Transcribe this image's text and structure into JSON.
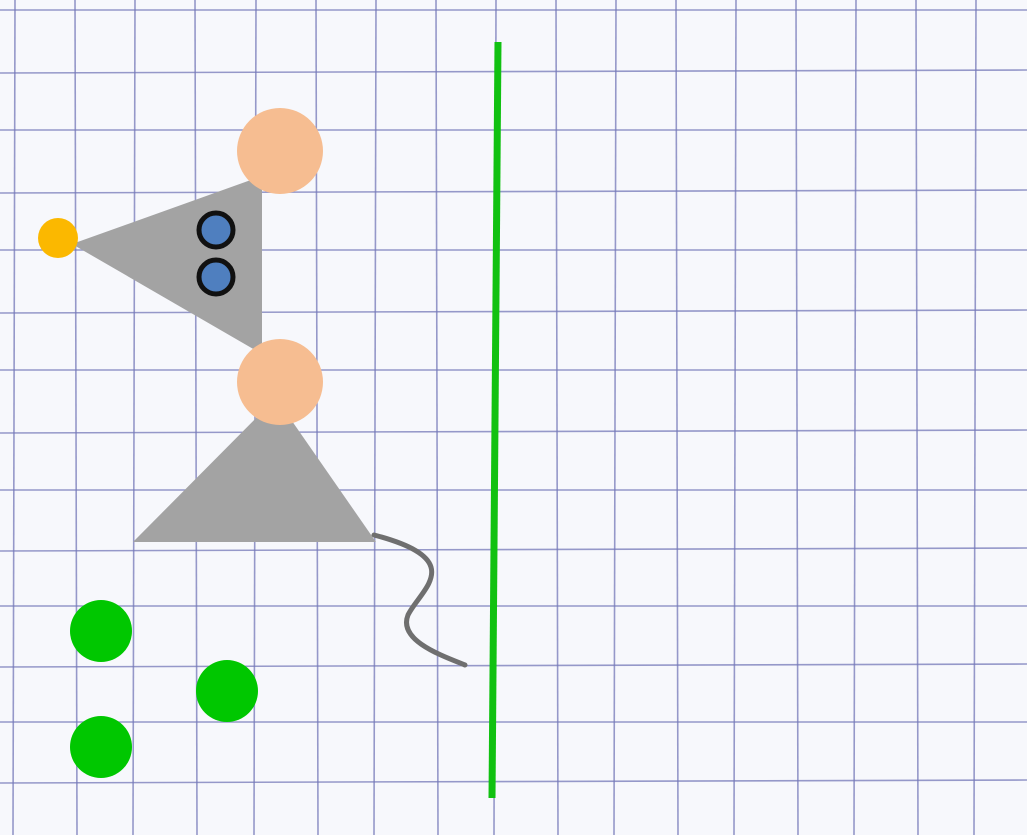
{
  "colors": {
    "paper": "#f7f8fc",
    "grid_line": "#7478b8",
    "body": "#a3a3a3",
    "ear": "#f6bd91",
    "eye": "#4f7fbf",
    "eye_outline": "#111111",
    "nose": "#fbb800",
    "tail": "#6f6f6f",
    "divider_line": "#11c111",
    "dots": "#00c700"
  },
  "figure": {
    "subject": "mouse",
    "parts": [
      "head",
      "body",
      "ears",
      "eyes",
      "nose",
      "tail"
    ]
  },
  "dots": {
    "count": 3
  }
}
